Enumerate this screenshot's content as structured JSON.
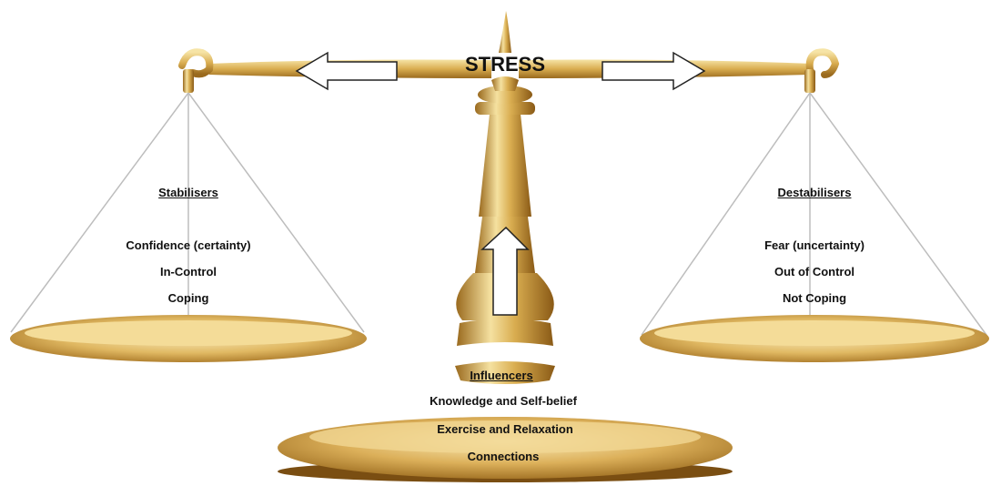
{
  "center": {
    "title": "STRESS"
  },
  "left_pan": {
    "heading": "Stabilisers",
    "items": [
      "Confidence (certainty)",
      "In-Control",
      "Coping"
    ]
  },
  "right_pan": {
    "heading": "Destabilisers",
    "items": [
      "Fear (uncertainty)",
      "Out of Control",
      "Not Coping"
    ]
  },
  "base": {
    "heading": "Influencers",
    "items": [
      "Knowledge and Self-belief",
      "Exercise and Relaxation",
      "Connections"
    ]
  },
  "colors": {
    "gold_light": "#f3dc95",
    "gold_mid": "#d7aa4c",
    "gold_dark": "#8a5a16",
    "arrow_fill": "#ffffff",
    "arrow_stroke": "#222222"
  }
}
